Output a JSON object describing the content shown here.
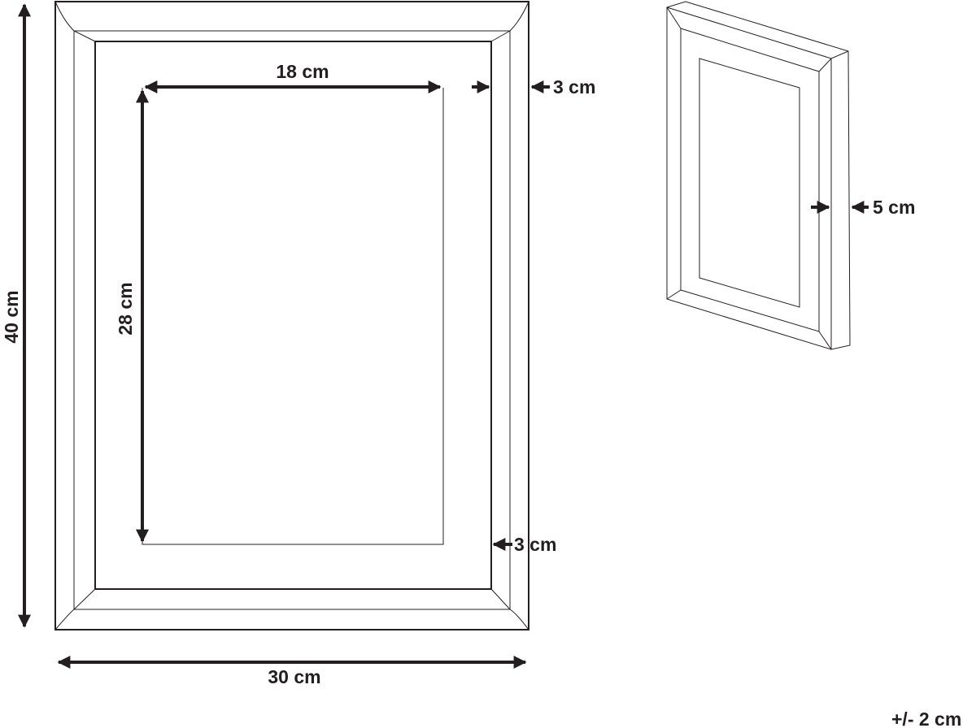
{
  "front_view": {
    "height_label": "40 cm",
    "width_label": "30 cm",
    "opening_width_label": "18 cm",
    "opening_height_label": "28 cm",
    "frame_border_top_label": "3 cm",
    "frame_border_bottom_label": "3 cm"
  },
  "perspective_view": {
    "depth_label": "5 cm"
  },
  "tolerance_label": "+/- 2 cm",
  "line_color": "#231f20"
}
